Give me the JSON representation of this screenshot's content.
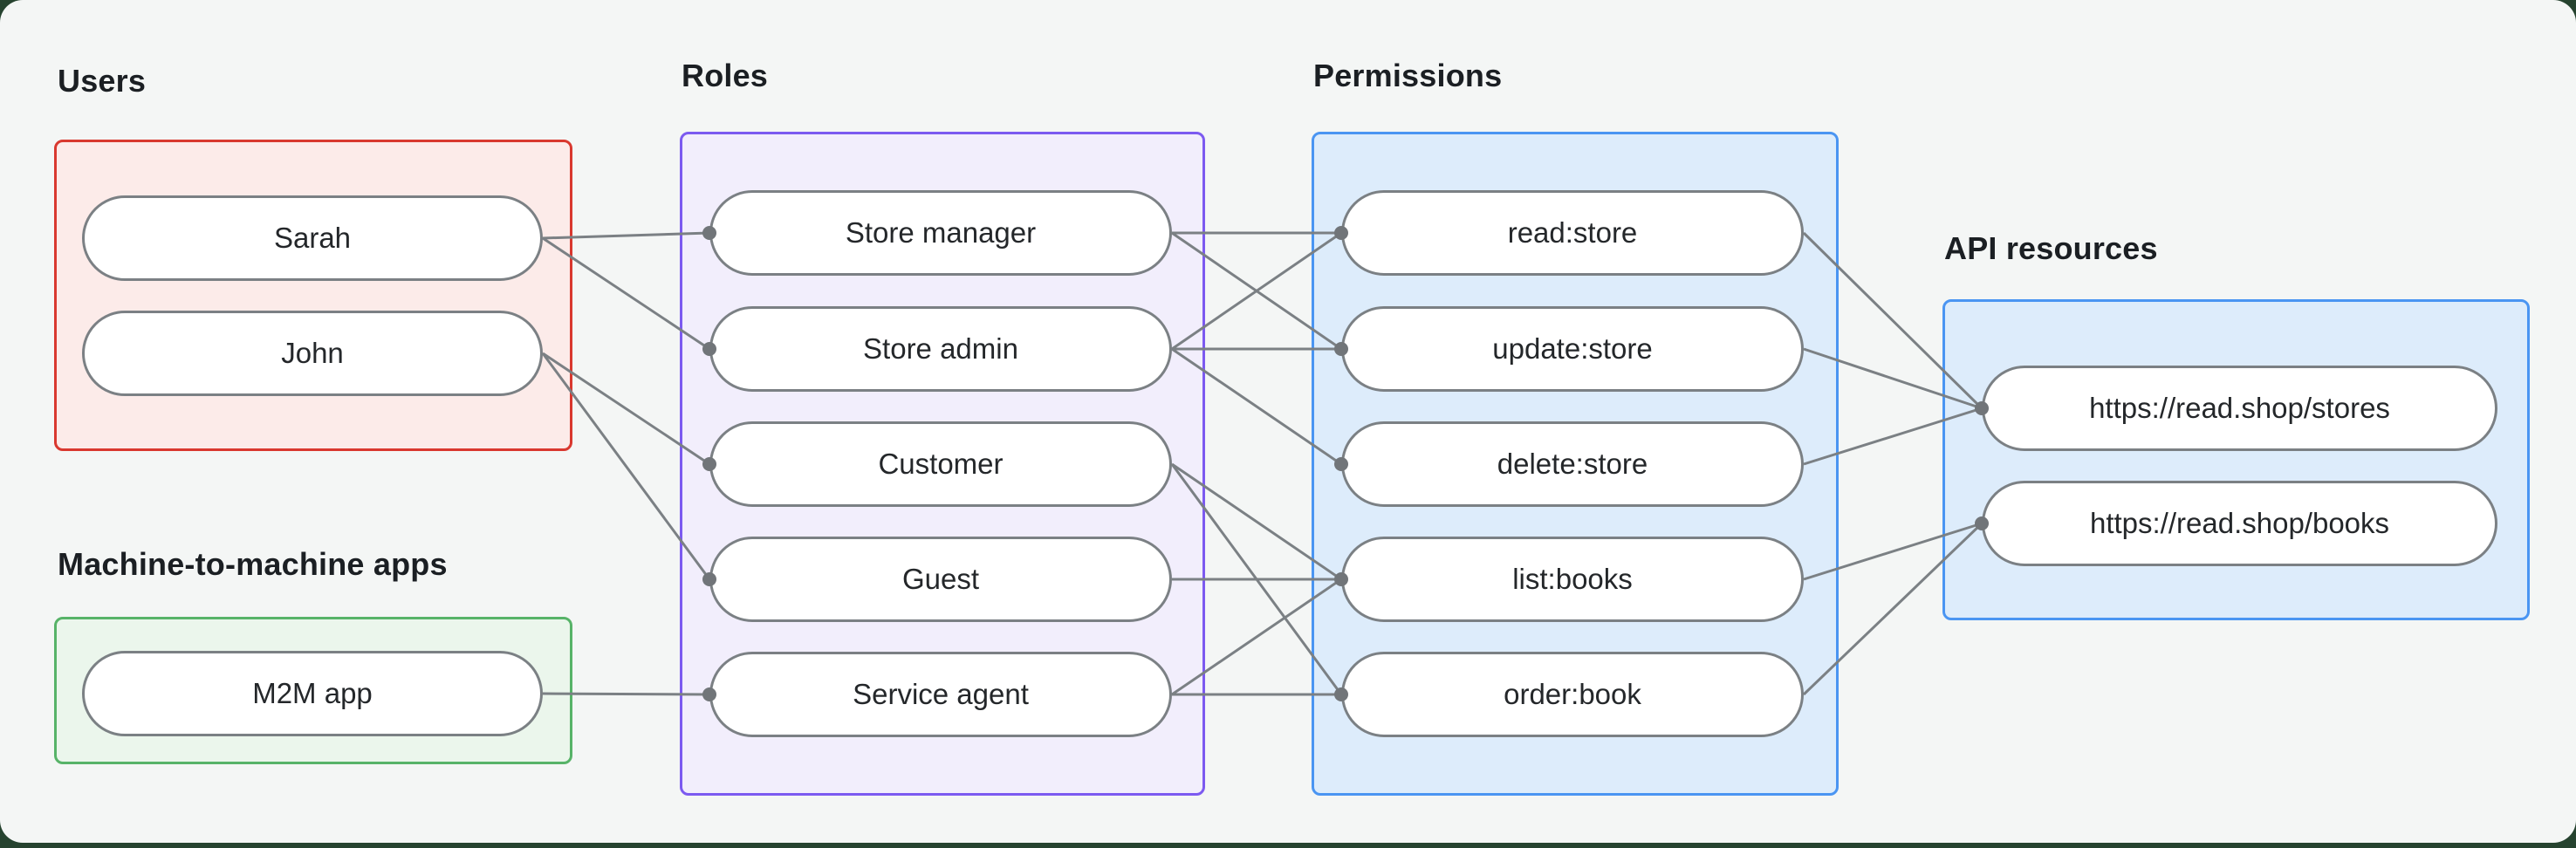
{
  "page": {
    "card_background": "#f4f6f5",
    "outside_background": "#26432f",
    "node_fill": "#ffffff",
    "node_border_color": "#7b8084",
    "edge_color": "#7b8084",
    "edge_dot_color": "#717579",
    "text_color": "#24272a",
    "label_color": "#1b1f23"
  },
  "groups": [
    {
      "id": "users",
      "label": "Users",
      "border_color": "#d9382f",
      "fill_color": "#fcebe9",
      "nodes": [
        {
          "id": "sarah",
          "label": "Sarah"
        },
        {
          "id": "john",
          "label": "John"
        }
      ]
    },
    {
      "id": "m2m",
      "label": "Machine-to-machine apps",
      "border_color": "#57b368",
      "fill_color": "#ebf6ec",
      "nodes": [
        {
          "id": "m2m-app",
          "label": "M2M app"
        }
      ]
    },
    {
      "id": "roles",
      "label": "Roles",
      "border_color": "#7c5af0",
      "fill_color": "#f2eefc",
      "nodes": [
        {
          "id": "store-manager",
          "label": "Store manager"
        },
        {
          "id": "store-admin",
          "label": "Store admin"
        },
        {
          "id": "customer",
          "label": "Customer"
        },
        {
          "id": "guest",
          "label": "Guest"
        },
        {
          "id": "service-agent",
          "label": "Service agent"
        }
      ]
    },
    {
      "id": "permissions",
      "label": "Permissions",
      "border_color": "#4a95f2",
      "fill_color": "#ddecfb",
      "nodes": [
        {
          "id": "read-store",
          "label": "read:store"
        },
        {
          "id": "update-store",
          "label": "update:store"
        },
        {
          "id": "delete-store",
          "label": "delete:store"
        },
        {
          "id": "list-books",
          "label": "list:books"
        },
        {
          "id": "order-book",
          "label": "order:book"
        }
      ]
    },
    {
      "id": "api-resources",
      "label": "API resources",
      "border_color": "#4a95f2",
      "fill_color": "#ddecfb",
      "nodes": [
        {
          "id": "stores-api",
          "label": "https://read.shop/stores"
        },
        {
          "id": "books-api",
          "label": "https://read.shop/books"
        }
      ]
    }
  ],
  "edges": [
    [
      "sarah",
      "store-manager"
    ],
    [
      "sarah",
      "store-admin"
    ],
    [
      "john",
      "customer"
    ],
    [
      "john",
      "guest"
    ],
    [
      "m2m-app",
      "service-agent"
    ],
    [
      "store-manager",
      "read-store"
    ],
    [
      "store-manager",
      "update-store"
    ],
    [
      "store-admin",
      "read-store"
    ],
    [
      "store-admin",
      "update-store"
    ],
    [
      "store-admin",
      "delete-store"
    ],
    [
      "customer",
      "list-books"
    ],
    [
      "customer",
      "order-book"
    ],
    [
      "guest",
      "list-books"
    ],
    [
      "service-agent",
      "list-books"
    ],
    [
      "service-agent",
      "order-book"
    ],
    [
      "read-store",
      "stores-api"
    ],
    [
      "update-store",
      "stores-api"
    ],
    [
      "delete-store",
      "stores-api"
    ],
    [
      "list-books",
      "books-api"
    ],
    [
      "order-book",
      "books-api"
    ]
  ]
}
